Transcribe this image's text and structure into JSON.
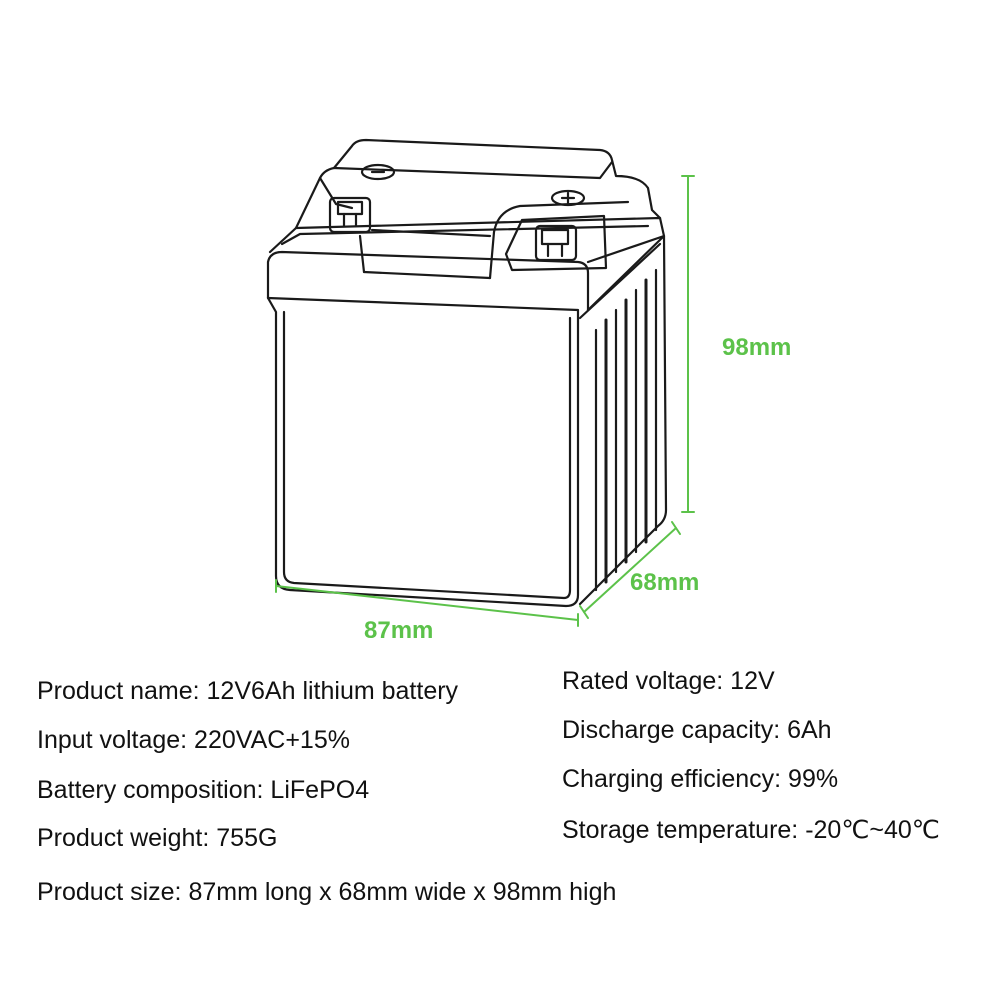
{
  "dimensions": {
    "length": "87mm",
    "width": "68mm",
    "height": "98mm"
  },
  "specs": {
    "product_name": "Product name: 12V6Ah lithium battery",
    "input_voltage": "Input voltage: 220VAC+15%",
    "battery_composition": "Battery composition: LiFePO4",
    "product_weight": "Product weight: 755G",
    "rated_voltage": "Rated voltage: 12V",
    "discharge_capacity": "Discharge capacity: 6Ah",
    "charging_efficiency": "Charging efficiency: 99%",
    "storage_temperature": "Storage temperature: -20℃~40℃",
    "product_size": "Product size: 87mm long x 68mm wide x 98mm high"
  },
  "colors": {
    "dimension": "#5cc24a",
    "outline": "#1a1a1a",
    "text": "#111111"
  }
}
